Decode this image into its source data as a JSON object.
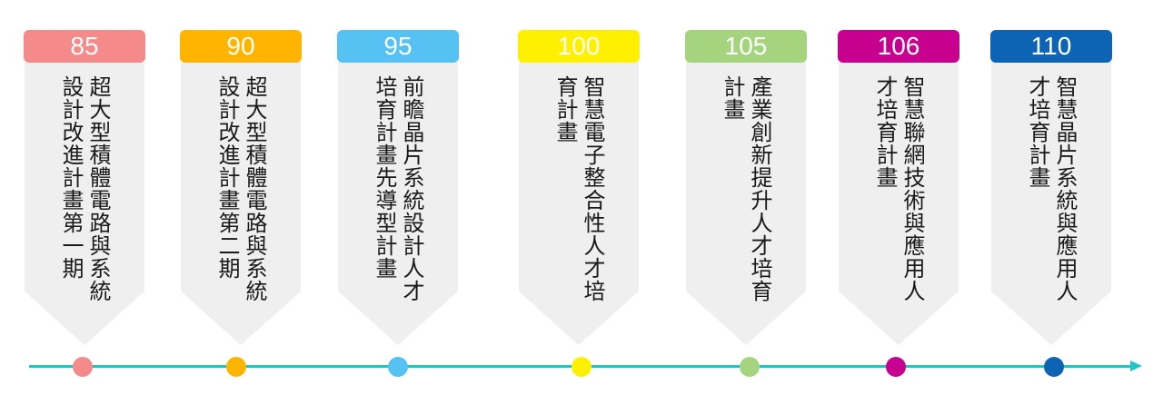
{
  "milestones": [
    {
      "year": "85",
      "text": "超大型積體電路與系統設計改進計畫第一期",
      "color": "#f58a8a"
    },
    {
      "year": "90",
      "text": "超大型積體電路與系統設計改進計畫第二期",
      "color": "#ffb400"
    },
    {
      "year": "95",
      "text": "前瞻晶片系統設計人才培育計畫先導型計畫",
      "color": "#56c2f4"
    },
    {
      "year": "100",
      "text": "智慧電子整合性人才培育計畫",
      "color": "#fff000"
    },
    {
      "year": "105",
      "text": "產業創新提升人才培育計畫",
      "color": "#a5d47e"
    },
    {
      "year": "106",
      "text": "智慧聯網技術與應用人才培育計畫",
      "color": "#c8008f"
    },
    {
      "year": "110",
      "text": "智慧晶片系統與應用人才培育計畫",
      "color": "#0d64b4"
    }
  ],
  "timeline": {
    "color": "#23c4c6"
  }
}
